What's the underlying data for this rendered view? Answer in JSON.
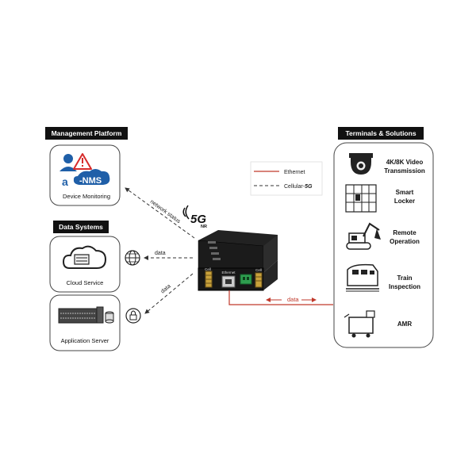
{
  "management": {
    "header": "Management Platform",
    "nms_brand_a": "a",
    "nms_brand_rest": "-NMS",
    "device_label": "Device Monitoring"
  },
  "data_systems": {
    "header": "Data Systems",
    "cloud_label": "Cloud Service",
    "server_label": "Application Server"
  },
  "links": {
    "network_status": "network status",
    "data_cloud": "data",
    "data_server": "data",
    "data_terminals": "data"
  },
  "badge_5g": {
    "main": "5G",
    "sub": "NR"
  },
  "legend": {
    "ethernet": "Ethernet",
    "cellular_prefix": "Cellular-",
    "cellular_suffix": "5G"
  },
  "router": {
    "port_left": "Cell",
    "port_mid": "Ethernet",
    "port_right": "Cell"
  },
  "terminals": {
    "header": "Terminals & Solutions",
    "items": [
      {
        "line1": "4K/8K Video",
        "line2": "Transmission",
        "icon": "dome-camera-icon"
      },
      {
        "line1": "Smart",
        "line2": "Locker",
        "icon": "locker-icon"
      },
      {
        "line1": "Remote",
        "line2": "Operation",
        "icon": "excavator-icon"
      },
      {
        "line1": "Train",
        "line2": "Inspection",
        "icon": "train-icon"
      },
      {
        "line1": "AMR",
        "line2": "",
        "icon": "amr-robot-icon"
      }
    ]
  },
  "colors": {
    "header_bg": "#111111",
    "ethernet_line": "#c0392b",
    "cellular_line": "#333333",
    "nms_blue": "#1f5fa8",
    "warn_red": "#d62b2b"
  }
}
